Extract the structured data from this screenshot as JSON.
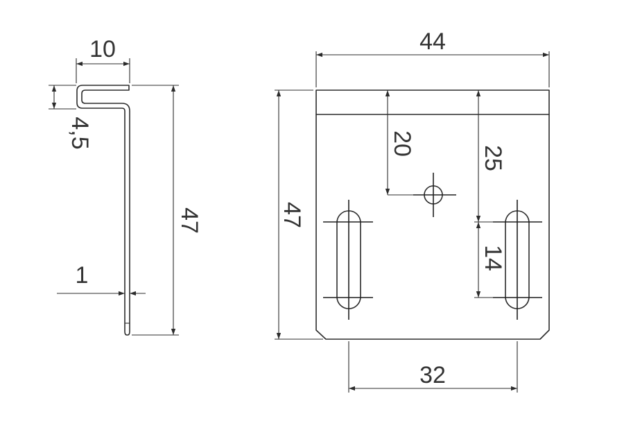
{
  "side_view": {
    "width": "10",
    "hook": "4,5",
    "height": "47",
    "thickness": "1"
  },
  "front_view": {
    "width": "44",
    "height": "47",
    "hole_offset": "20",
    "slot_offset": "25",
    "slot_length": "14",
    "slot_spacing": "32"
  },
  "colors": {
    "line": "#2b2b2b",
    "text": "#333333",
    "background": "#ffffff"
  }
}
